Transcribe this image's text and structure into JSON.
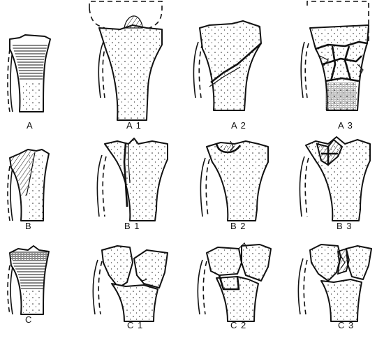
{
  "figure": {
    "panels": [
      {
        "id": "A",
        "label": "A"
      },
      {
        "id": "A1",
        "label": "A 1"
      },
      {
        "id": "A2",
        "label": "A 2"
      },
      {
        "id": "A3",
        "label": "A 3"
      },
      {
        "id": "B",
        "label": "B"
      },
      {
        "id": "B1",
        "label": "B 1"
      },
      {
        "id": "B2",
        "label": "B 2"
      },
      {
        "id": "B3",
        "label": "B 3"
      },
      {
        "id": "C",
        "label": "C"
      },
      {
        "id": "C1",
        "label": "C 1"
      },
      {
        "id": "C2",
        "label": "C 2"
      },
      {
        "id": "C3",
        "label": "C 3"
      }
    ],
    "colors": {
      "ink": "#111111",
      "paper": "#ffffff"
    }
  }
}
